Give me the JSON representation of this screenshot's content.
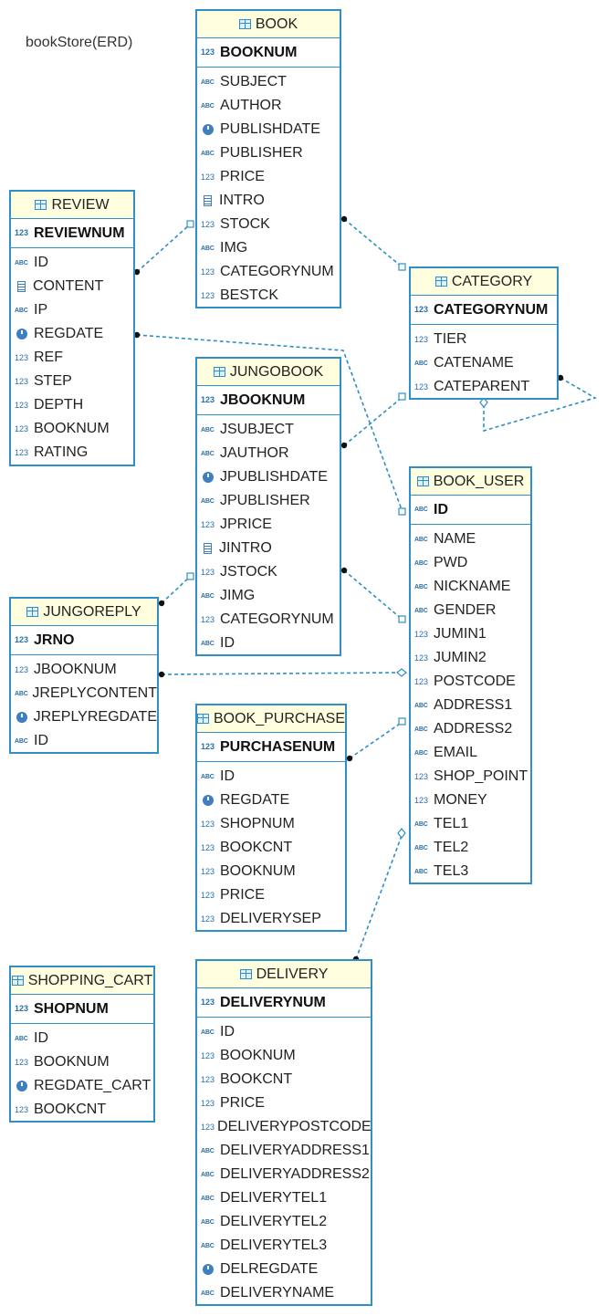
{
  "diagram_title": "bookStore(ERD)",
  "entities": {
    "book": {
      "name": "BOOK",
      "pk": "BOOKNUM",
      "columns": [
        {
          "name": "SUBJECT",
          "type": "abc"
        },
        {
          "name": "AUTHOR",
          "type": "abc"
        },
        {
          "name": "PUBLISHDATE",
          "type": "date"
        },
        {
          "name": "PUBLISHER",
          "type": "abc"
        },
        {
          "name": "PRICE",
          "type": "num"
        },
        {
          "name": "INTRO",
          "type": "text"
        },
        {
          "name": "STOCK",
          "type": "num"
        },
        {
          "name": "IMG",
          "type": "abc"
        },
        {
          "name": "CATEGORYNUM",
          "type": "num"
        },
        {
          "name": "BESTCK",
          "type": "num"
        }
      ]
    },
    "review": {
      "name": "REVIEW",
      "pk": "REVIEWNUM",
      "columns": [
        {
          "name": "ID",
          "type": "abc"
        },
        {
          "name": "CONTENT",
          "type": "text"
        },
        {
          "name": "IP",
          "type": "abc"
        },
        {
          "name": "REGDATE",
          "type": "date"
        },
        {
          "name": "REF",
          "type": "num"
        },
        {
          "name": "STEP",
          "type": "num"
        },
        {
          "name": "DEPTH",
          "type": "num"
        },
        {
          "name": "BOOKNUM",
          "type": "num"
        },
        {
          "name": "RATING",
          "type": "num"
        }
      ]
    },
    "category": {
      "name": "CATEGORY",
      "pk": "CATEGORYNUM",
      "columns": [
        {
          "name": "TIER",
          "type": "num"
        },
        {
          "name": "CATENAME",
          "type": "abc"
        },
        {
          "name": "CATEPARENT",
          "type": "num"
        }
      ]
    },
    "jungobook": {
      "name": "JUNGOBOOK",
      "pk": "JBOOKNUM",
      "columns": [
        {
          "name": "JSUBJECT",
          "type": "abc"
        },
        {
          "name": "JAUTHOR",
          "type": "abc"
        },
        {
          "name": "JPUBLISHDATE",
          "type": "date"
        },
        {
          "name": "JPUBLISHER",
          "type": "abc"
        },
        {
          "name": "JPRICE",
          "type": "num"
        },
        {
          "name": "JINTRO",
          "type": "text"
        },
        {
          "name": "JSTOCK",
          "type": "num"
        },
        {
          "name": "JIMG",
          "type": "abc"
        },
        {
          "name": "CATEGORYNUM",
          "type": "num"
        },
        {
          "name": "ID",
          "type": "abc"
        }
      ]
    },
    "book_user": {
      "name": "BOOK_USER",
      "pk": "ID",
      "pk_type": "abc",
      "columns": [
        {
          "name": "NAME",
          "type": "abc"
        },
        {
          "name": "PWD",
          "type": "abc"
        },
        {
          "name": "NICKNAME",
          "type": "abc"
        },
        {
          "name": "GENDER",
          "type": "abc"
        },
        {
          "name": "JUMIN1",
          "type": "num"
        },
        {
          "name": "JUMIN2",
          "type": "num"
        },
        {
          "name": "POSTCODE",
          "type": "num"
        },
        {
          "name": "ADDRESS1",
          "type": "abc"
        },
        {
          "name": "ADDRESS2",
          "type": "abc"
        },
        {
          "name": "EMAIL",
          "type": "abc"
        },
        {
          "name": "SHOP_POINT",
          "type": "num"
        },
        {
          "name": "MONEY",
          "type": "num"
        },
        {
          "name": "TEL1",
          "type": "abc"
        },
        {
          "name": "TEL2",
          "type": "abc"
        },
        {
          "name": "TEL3",
          "type": "abc"
        }
      ]
    },
    "jungoreply": {
      "name": "JUNGOREPLY",
      "pk": "JRNO",
      "columns": [
        {
          "name": "JBOOKNUM",
          "type": "num"
        },
        {
          "name": "JREPLYCONTENT",
          "type": "abc"
        },
        {
          "name": "JREPLYREGDATE",
          "type": "date"
        },
        {
          "name": "ID",
          "type": "abc"
        }
      ]
    },
    "book_purchase": {
      "name": "BOOK_PURCHASE",
      "pk": "PURCHASENUM",
      "columns": [
        {
          "name": "ID",
          "type": "abc"
        },
        {
          "name": "REGDATE",
          "type": "date"
        },
        {
          "name": "SHOPNUM",
          "type": "num"
        },
        {
          "name": "BOOKCNT",
          "type": "num"
        },
        {
          "name": "BOOKNUM",
          "type": "num"
        },
        {
          "name": "PRICE",
          "type": "num"
        },
        {
          "name": "DELIVERYSEP",
          "type": "num"
        }
      ]
    },
    "shopping_cart": {
      "name": "SHOPPING_CART",
      "pk": "SHOPNUM",
      "columns": [
        {
          "name": "ID",
          "type": "abc"
        },
        {
          "name": "BOOKNUM",
          "type": "num"
        },
        {
          "name": "REGDATE_CART",
          "type": "date"
        },
        {
          "name": "BOOKCNT",
          "type": "num"
        }
      ]
    },
    "delivery": {
      "name": "DELIVERY",
      "pk": "DELIVERYNUM",
      "columns": [
        {
          "name": "ID",
          "type": "abc"
        },
        {
          "name": "BOOKNUM",
          "type": "num"
        },
        {
          "name": "BOOKCNT",
          "type": "num"
        },
        {
          "name": "PRICE",
          "type": "num"
        },
        {
          "name": "DELIVERYPOSTCODE",
          "type": "num"
        },
        {
          "name": "DELIVERYADDRESS1",
          "type": "abc"
        },
        {
          "name": "DELIVERYADDRESS2",
          "type": "abc"
        },
        {
          "name": "DELIVERYTEL1",
          "type": "abc"
        },
        {
          "name": "DELIVERYTEL2",
          "type": "abc"
        },
        {
          "name": "DELIVERYTEL3",
          "type": "abc"
        },
        {
          "name": "DELREGDATE",
          "type": "date"
        },
        {
          "name": "DELIVERYNAME",
          "type": "abc"
        }
      ]
    }
  },
  "type_labels": {
    "abc": "ABC",
    "num": "123"
  },
  "colors": {
    "border": "#2f8fc6",
    "header_bg": "#ffffe0",
    "connector": "#2e8fc7"
  }
}
